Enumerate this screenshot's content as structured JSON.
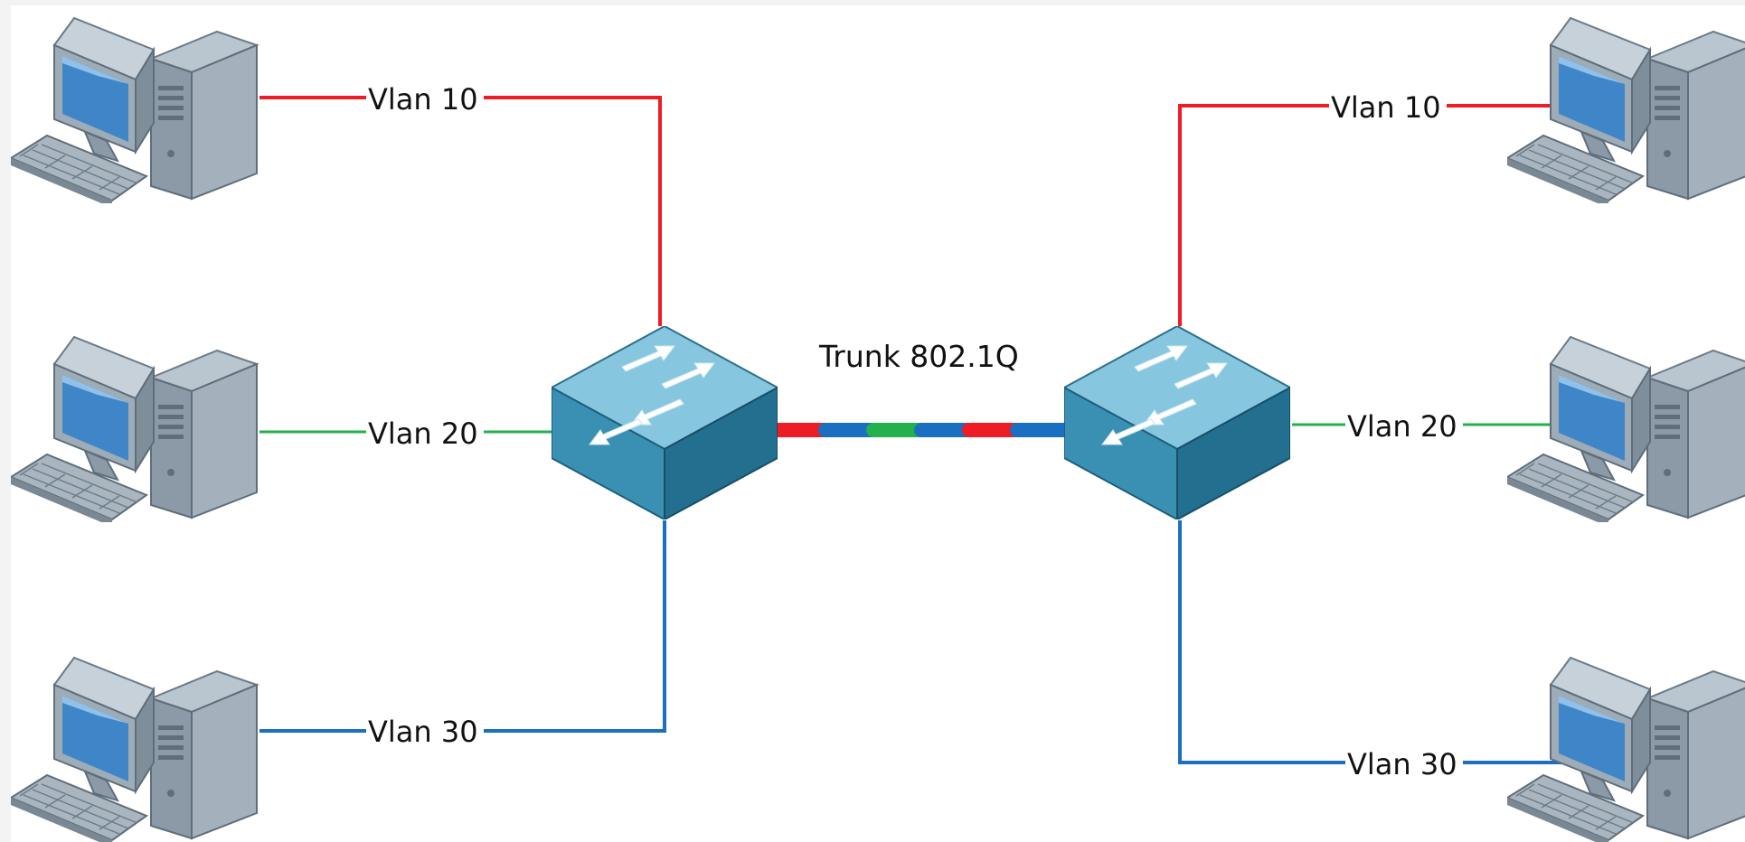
{
  "colors": {
    "vlan10": "#ee1c25",
    "vlan20": "#22b14c",
    "vlan30": "#1a6fc0",
    "switch_top": "#7fc3dc",
    "switch_front": "#2e84a4",
    "switch_side": "#1d6580",
    "pc_body": "#9aa8b4",
    "pc_screen": "#3b7fc3"
  },
  "icons": {
    "pc": "desktop-computer-icon",
    "switch": "layer2-switch-icon"
  },
  "trunk": {
    "label": "Trunk 802.1Q",
    "segment_pattern": [
      "vlan10",
      "vlan30",
      "vlan20",
      "vlan30",
      "vlan10",
      "vlan30"
    ]
  },
  "links": {
    "left_vlan10": "Vlan 10",
    "left_vlan20": "Vlan 20",
    "left_vlan30": "Vlan 30",
    "right_vlan10": "Vlan 10",
    "right_vlan20": "Vlan 20",
    "right_vlan30": "Vlan 30"
  }
}
